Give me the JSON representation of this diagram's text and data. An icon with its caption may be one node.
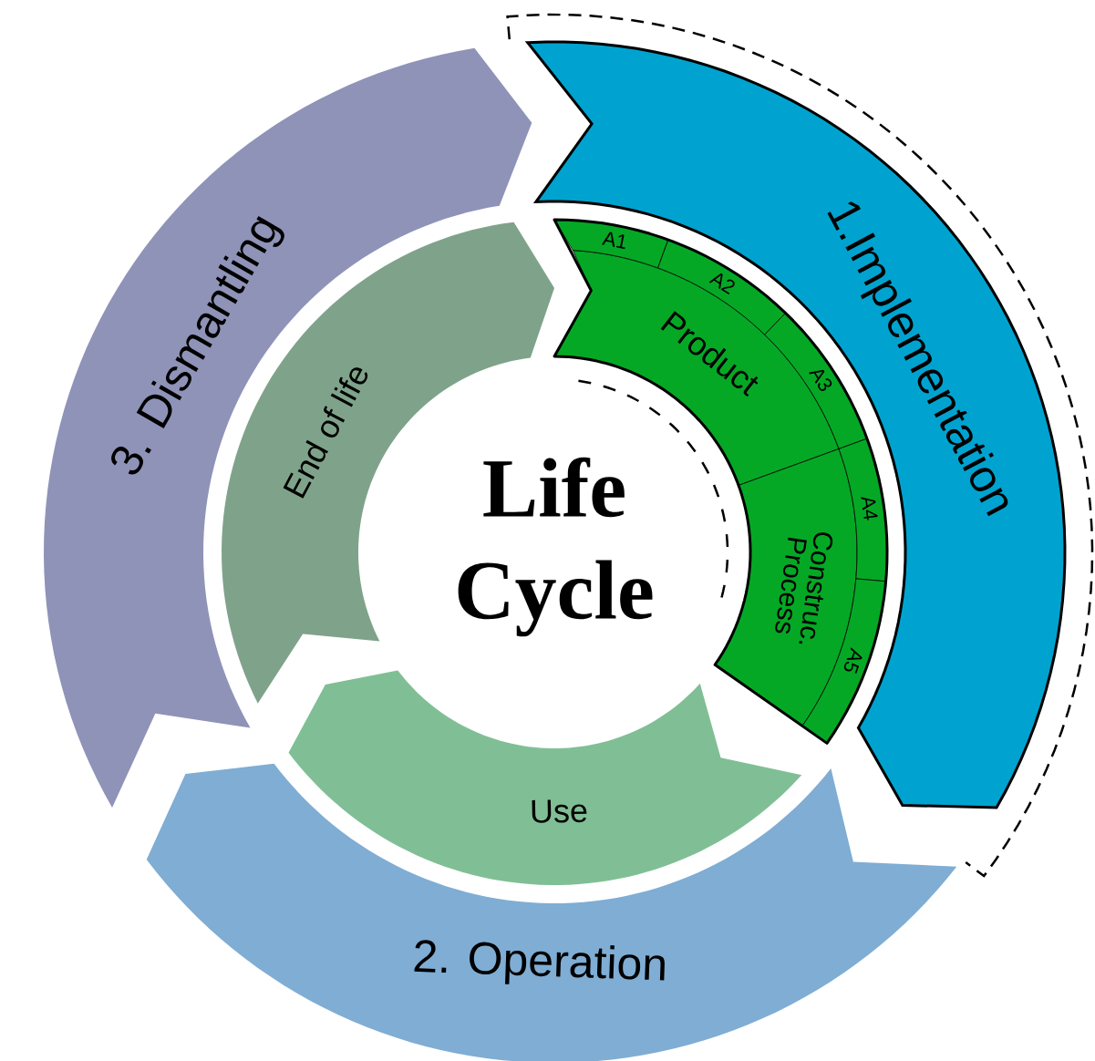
{
  "diagram": {
    "nodes": [
      {
        "text": [
          "1.Implementation"
        ]
      },
      {
        "text": [
          "2. Operation"
        ]
      },
      {
        "text": [
          "3. Dismantling"
        ]
      },
      {
        "text": [
          "Product"
        ]
      },
      {
        "text": [
          "Construc. Process"
        ]
      },
      {
        "text": [
          "A1"
        ]
      },
      {
        "text": [
          "A2"
        ]
      },
      {
        "text": [
          "A3"
        ]
      },
      {
        "text": [
          "A4"
        ]
      },
      {
        "text": [
          "A5"
        ]
      },
      {
        "text": [
          "End of life"
        ]
      },
      {
        "text": [
          "Use"
        ]
      }
    ],
    "labels": [
      "Life Cycle"
    ]
  }
}
